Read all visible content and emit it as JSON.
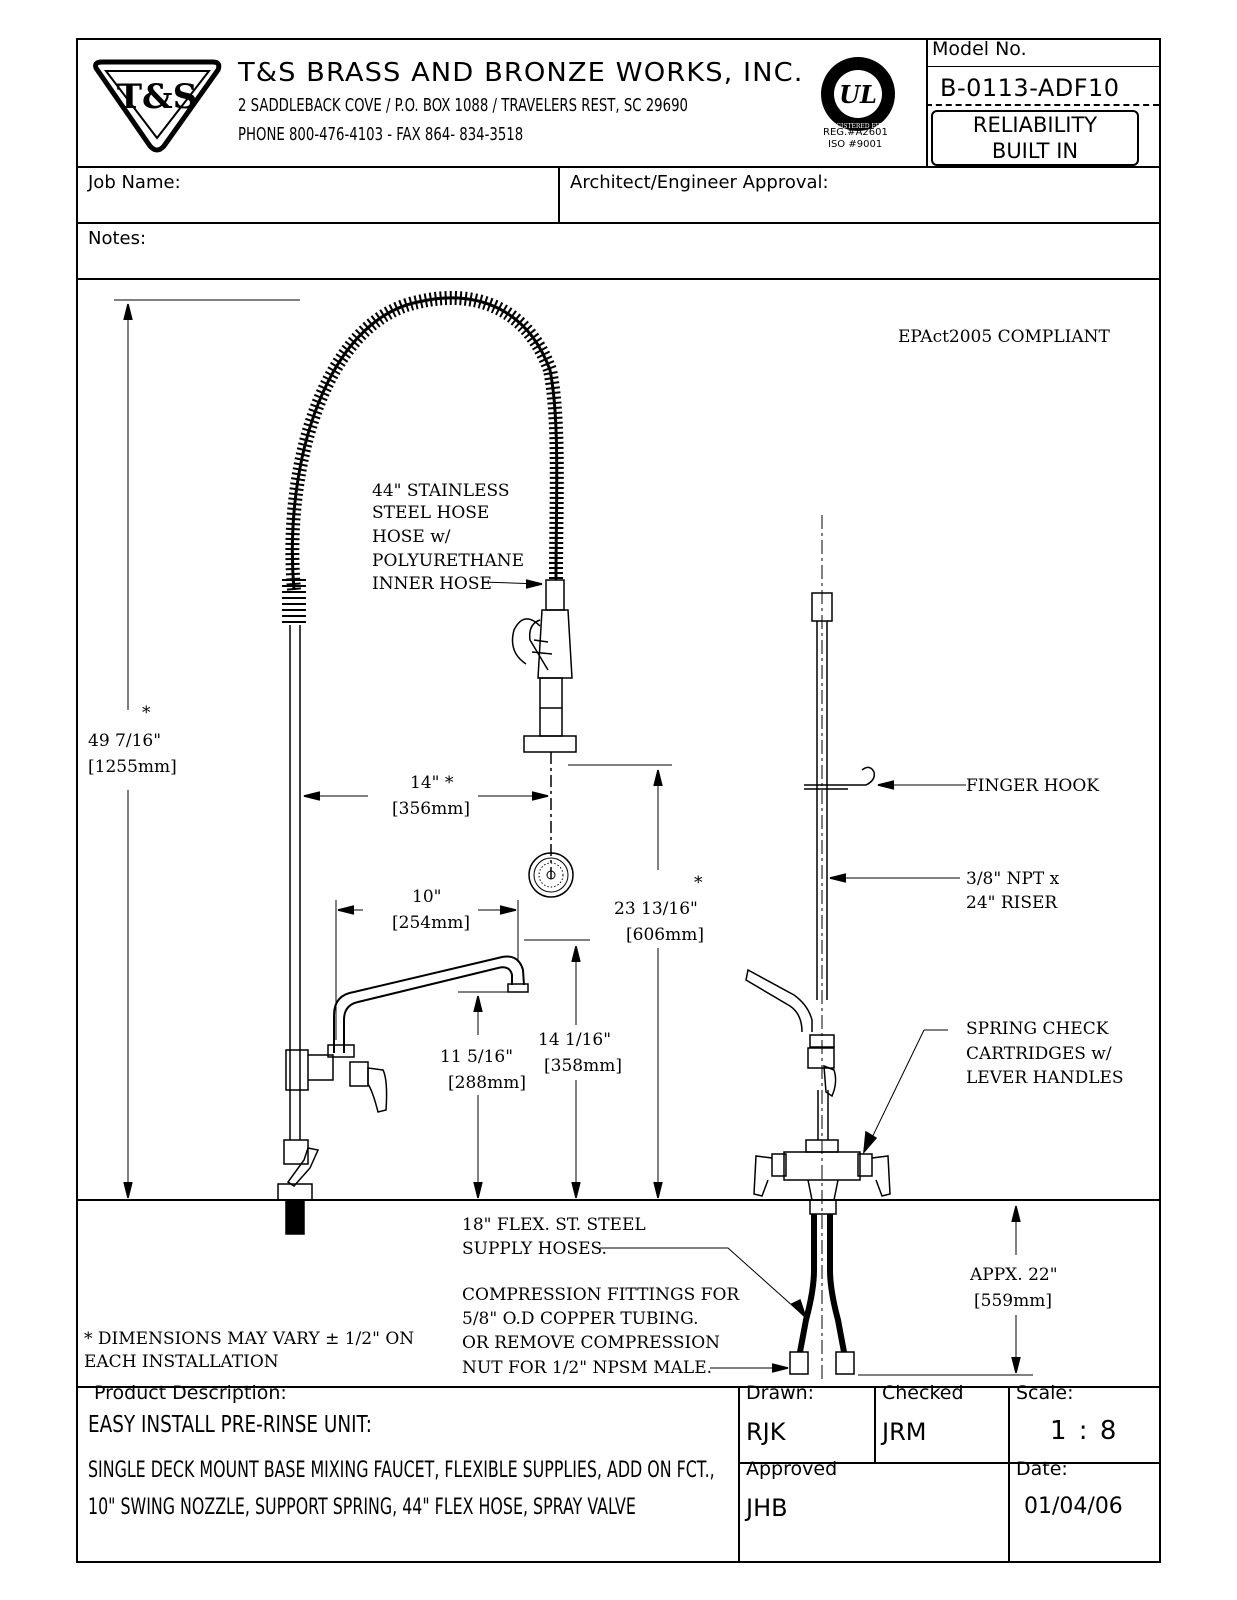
{
  "header": {
    "company": "T&S BRASS AND BRONZE WORKS, INC.",
    "address": "2 SADDLEBACK COVE / P.O. BOX 1088 / TRAVELERS REST, SC 29690",
    "phone": "PHONE 800-476-4103 - FAX  864- 834-3518",
    "logo_text": "T&S",
    "ul_text": "UL",
    "ul_ring": "REGISTERED FIRM",
    "reg_line1": "REG.#A2601",
    "reg_line2": "ISO #9001",
    "model_label": "Model No.",
    "model_value": "B-0113-ADF10",
    "badge_line1": "RELIABILITY",
    "badge_line2": "BUILT IN"
  },
  "fields": {
    "job_name_label": "Job Name:",
    "approval_label": "Architect/Engineer Approval:",
    "notes_label": "Notes:"
  },
  "drawing": {
    "compliance": "EPAct2005 COMPLIANT",
    "hose_note": [
      "44\" STAINLESS",
      "STEEL HOSE",
      "HOSE w/",
      "POLYURETHANE",
      "INNER HOSE"
    ],
    "height_dim": [
      "*",
      "49 7/16\"",
      "[1255mm]"
    ],
    "reach_dim": [
      "14\" *",
      "[356mm]"
    ],
    "nozzle_dim": [
      "10\"",
      "[254mm]"
    ],
    "spray_height_dim": [
      "*",
      "23 13/16\"",
      "[606mm]"
    ],
    "nozzle_height_dim": [
      "11 5/16\"",
      "[288mm]"
    ],
    "spout_height_dim": [
      "14 1/16\"",
      "[358mm]"
    ],
    "finger_hook": "FINGER HOOK",
    "riser_note": [
      "3/8\" NPT x",
      "24\" RISER"
    ],
    "cartridge_note": [
      "SPRING CHECK",
      "CARTRIDGES w/",
      "LEVER HANDLES"
    ],
    "supply_note": [
      "18\" FLEX. ST. STEEL",
      "SUPPLY HOSES."
    ],
    "compression_note": [
      "COMPRESSION FITTINGS FOR",
      "5/8\" O.D COPPER TUBING.",
      "OR REMOVE COMPRESSION",
      "NUT FOR 1/2\" NPSM MALE."
    ],
    "below_deck_dim": [
      "APPX. 22\"",
      "[559mm]"
    ],
    "tolerance_note": [
      "* DIMENSIONS MAY VARY ± 1/2\" ON",
      "EACH INSTALLATION"
    ]
  },
  "titleblock": {
    "product_label": "Product Description:",
    "product_title": "EASY INSTALL PRE-RINSE UNIT:",
    "product_line1": "SINGLE DECK MOUNT BASE MIXING FAUCET, FLEXIBLE SUPPLIES, ADD ON FCT.,",
    "product_line2": "10\" SWING NOZZLE, SUPPORT SPRING, 44\" FLEX HOSE, SPRAY VALVE",
    "drawn_label": "Drawn:",
    "drawn_value": "RJK",
    "checked_label": "Checked",
    "checked_value": "JRM",
    "scale_label": "Scale:",
    "scale_value": "1 : 8",
    "approved_label": "Approved",
    "approved_value": "JHB",
    "date_label": "Date:",
    "date_value": "01/04/06"
  }
}
